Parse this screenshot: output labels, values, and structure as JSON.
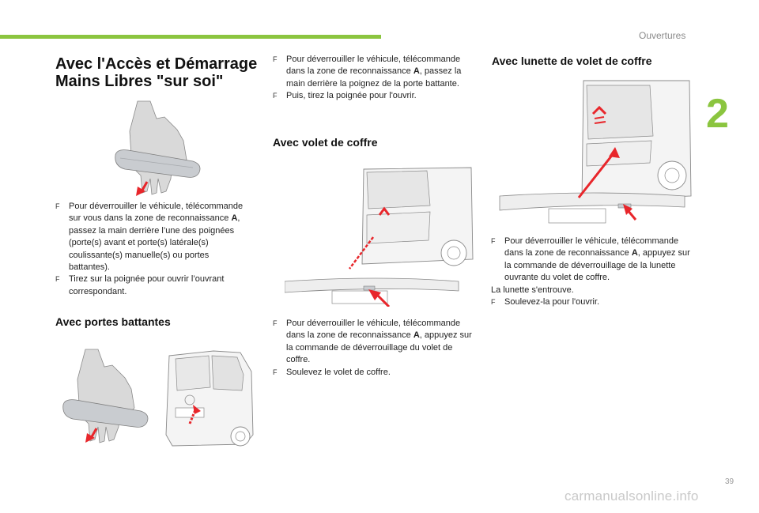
{
  "header": {
    "section": "Ouvertures",
    "chapter": "2",
    "accent_color": "#8bc53f"
  },
  "footer": {
    "page_number": "39",
    "watermark": "carmanualsonline.info"
  },
  "col1": {
    "title": "Avec l'Accès et Démarrage Mains Libres \"sur soi\"",
    "b1": {
      "marker": "F",
      "pre": "Pour déverrouiller le véhicule, télécommande sur vous dans la zone de reconnaissance ",
      "bold": "A",
      "post": ", passez la main derrière l’une des poignées (porte(s) avant et porte(s) latérale(s) coulissante(s) manuelle(s) ou portes battantes)."
    },
    "b2": {
      "marker": "F",
      "text": "Tirez sur la poignée pour ouvrir l’ouvrant correspondant."
    },
    "heading2": "Avec portes battantes"
  },
  "col2": {
    "b1": {
      "marker": "F",
      "pre": "Pour déverrouiller le véhicule, télécommande dans la zone de reconnaissance ",
      "bold": "A",
      "post": ", passez la main derrière la poignez de la porte battante."
    },
    "b2": {
      "marker": "F",
      "text": "Puis, tirez la poignée pour l'ouvrir."
    },
    "heading": "Avec volet de coffre",
    "b3": {
      "marker": "F",
      "pre": "Pour déverrouiller le véhicule, télécommande dans la zone de reconnaissance ",
      "bold": "A",
      "post": ", appuyez sur la commande de déverrouillage du volet de coffre."
    },
    "b4": {
      "marker": "F",
      "text": "Soulevez le volet de coffre."
    }
  },
  "col3": {
    "heading": "Avec lunette de volet de coffre",
    "b1": {
      "marker": "F",
      "pre": "Pour déverrouiller le véhicule, télécommande dans la zone de reconnaissance ",
      "bold": "A",
      "post": ", appuyez sur la commande de déverrouillage de la lunette ouvrante du volet de coffre."
    },
    "plain": "La lunette s'entrouve.",
    "b2": {
      "marker": "F",
      "text": "Soulevez-la pour l'ouvrir."
    }
  },
  "colors": {
    "arrow": "#e8262b",
    "illustration_line": "#8a8a8a",
    "handle_fill": "#c9ccd0"
  }
}
